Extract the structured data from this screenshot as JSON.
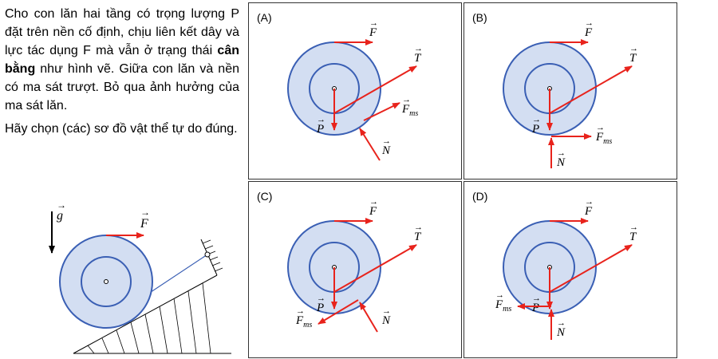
{
  "problem": {
    "para1_pre": "Cho con lăn hai tầng có trọng lượng P đặt trên nền cố định, chịu liên kết dây và lực tác dụng F mà vẫn ở trạng thái ",
    "para1_bold": "cân bằng",
    "para1_post": " như hình vẽ. Giữa con lăn và nền có ma sát trượt. Bỏ qua ảnh hưởng của ma sát lăn.",
    "para2": "Hãy chọn (các) sơ đồ vật thể tự do đúng."
  },
  "setup": {
    "gravity_label": "g",
    "force_label": "F"
  },
  "panels": [
    {
      "label": "(A)",
      "F": "F",
      "T": "T",
      "P": "P",
      "Fms": "F",
      "Fms_sub": "ms",
      "N": "N"
    },
    {
      "label": "(B)",
      "F": "F",
      "T": "T",
      "P": "P",
      "Fms": "F",
      "Fms_sub": "ms",
      "N": "N"
    },
    {
      "label": "(C)",
      "F": "F",
      "T": "T",
      "P": "P",
      "Fms": "F",
      "Fms_sub": "ms",
      "N": "N"
    },
    {
      "label": "(D)",
      "F": "F",
      "T": "T",
      "P": "P",
      "Fms": "F",
      "Fms_sub": "ms",
      "N": "N"
    }
  ],
  "colors": {
    "circle_fill": "#d3def2",
    "circle_stroke": "#3a5fb4",
    "force": "#e8231c"
  }
}
